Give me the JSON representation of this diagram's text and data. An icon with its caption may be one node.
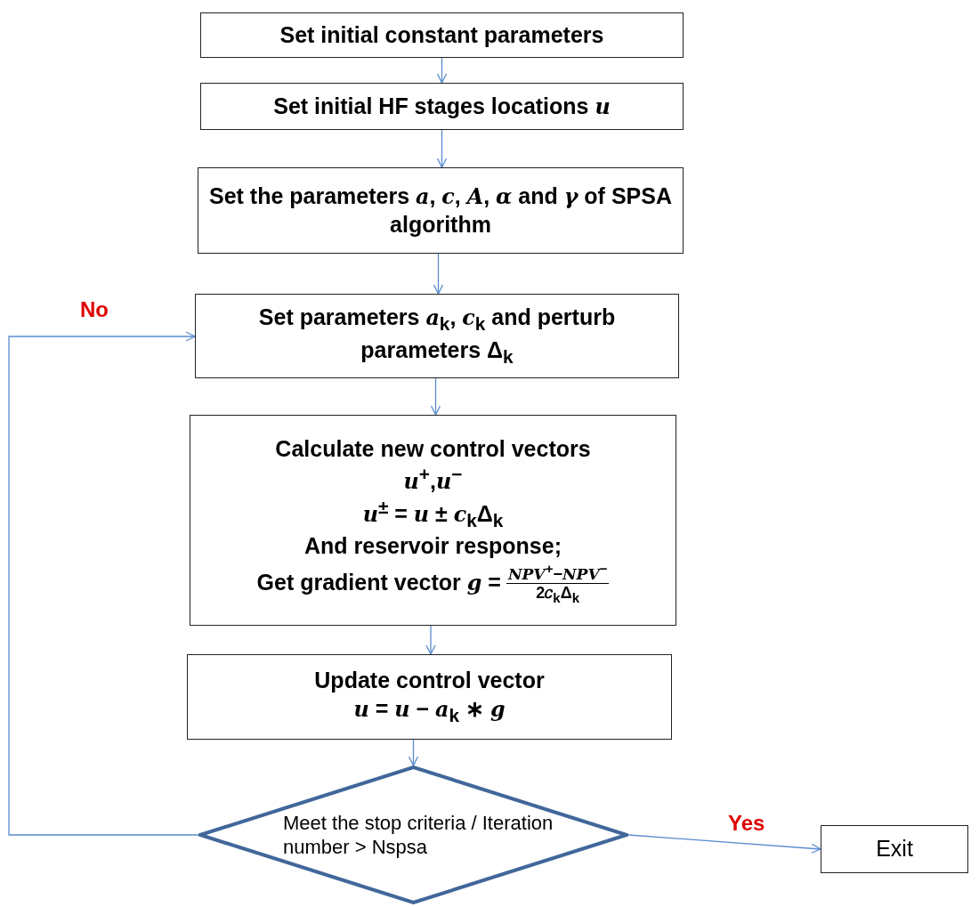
{
  "diagram": {
    "nodes": [
      {
        "text": [
          "Set initial constant parameters"
        ]
      },
      {
        "text": [
          "Set initial HF stages locations *u*"
        ]
      },
      {
        "text": [
          "Set the parameters *a*, *c*, *A*, *α* and *γ* of SPSA algorithm"
        ]
      },
      {
        "text": [
          "Set parameters *a*$_{k}$, *c*$_{k}$ and perturb parameters Δ$_{k}$"
        ]
      },
      {
        "text": [
          "Calculate new control vectors",
          "*u*$^{+}$,*u*$^{−}$",
          "*u*$^{±}$ = *u* ± *c*$_{k}$Δ$_{k}$",
          "And reservoir response;",
          "Get gradient vector *g* =",
          "*NPV*$^{+}$−*NPV*$^{−}$",
          "2𝑐$_{k}$Δ$_{k}$"
        ]
      },
      {
        "text": [
          "Update control vector",
          "*u* = *u* − *a*$_{k}$ ∗ *g*"
        ]
      },
      {
        "text": [
          "Meet the stop criteria / Iteration number > Nspsa"
        ]
      },
      {
        "text": [
          "Exit"
        ]
      }
    ],
    "edges": [
      {
        "from": 0,
        "to": 1,
        "arrow": "to"
      },
      {
        "from": 1,
        "to": 2,
        "arrow": "to"
      },
      {
        "from": 2,
        "to": 3,
        "arrow": "to"
      },
      {
        "from": 3,
        "to": 4,
        "arrow": "to"
      },
      {
        "from": 4,
        "to": 5,
        "arrow": "to"
      },
      {
        "from": 5,
        "to": 6,
        "arrow": "to"
      },
      {
        "from": 6,
        "to": 3,
        "arrow": "to",
        "label": "No"
      },
      {
        "from": 6,
        "to": 7,
        "arrow": "to",
        "label": "Yes"
      }
    ]
  }
}
